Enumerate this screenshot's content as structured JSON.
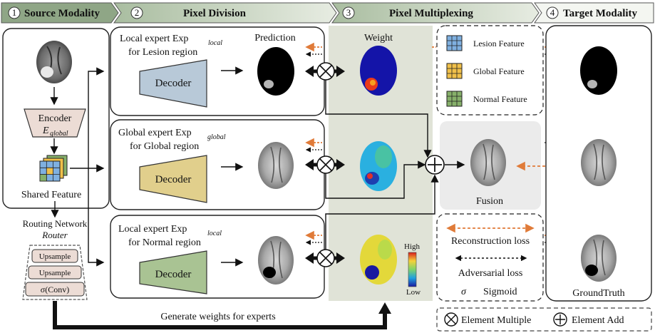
{
  "steps": [
    {
      "num": "1",
      "label": "Source Modality"
    },
    {
      "num": "2",
      "label": "Pixel Division"
    },
    {
      "num": "3",
      "label": "Pixel Multiplexing"
    },
    {
      "num": "4",
      "label": "Target Modality"
    }
  ],
  "source": {
    "encoder": "Encoder",
    "encoder_sub": "E",
    "encoder_sub_idx": "global",
    "shared_feature": "Shared Feature",
    "routing_network": "Routing Network",
    "router": "Router",
    "router_layers": [
      "Upsample",
      "Upsample",
      "σ(Conv)"
    ]
  },
  "experts": [
    {
      "line1": "Local expert Exp",
      "sub1": "local",
      "line2": "for Lesion region",
      "decoder": "Decoder",
      "color": "#b8c9d8"
    },
    {
      "line1": "Global expert Exp",
      "sub1": "global",
      "line2": "for Global region",
      "decoder": "Decoder",
      "color": "#e1cf8c"
    },
    {
      "line1": "Local expert Exp",
      "sub1": "local",
      "line2": "for Normal region",
      "decoder": "Decoder",
      "color": "#a9c393"
    }
  ],
  "labels": {
    "prediction": "Prediction",
    "weight": "Weight",
    "fusion": "Fusion",
    "high": "High",
    "low": "Low",
    "ground_truth": "GroundTruth",
    "generate_weights": "Generate weights for experts"
  },
  "feature_legend": [
    {
      "label": "Lesion Feature",
      "color": "#7fb0e0"
    },
    {
      "label": "Global Feature",
      "color": "#f0c04a"
    },
    {
      "label": "Normal Feature",
      "color": "#86b06a"
    }
  ],
  "loss_legend": {
    "reconstruction": "Reconstruction loss",
    "adversarial": "Adversarial loss",
    "sigma": "σ",
    "sigmoid": "Sigmoid"
  },
  "ops_legend": {
    "multiple": "Element Multiple",
    "add": "Element Add"
  },
  "colors": {
    "orange_loss": "#e07b39",
    "panel_gray": "#e0e3d7",
    "fusion_bg": "#ebebeb",
    "header_green": "#c9d6c0"
  }
}
